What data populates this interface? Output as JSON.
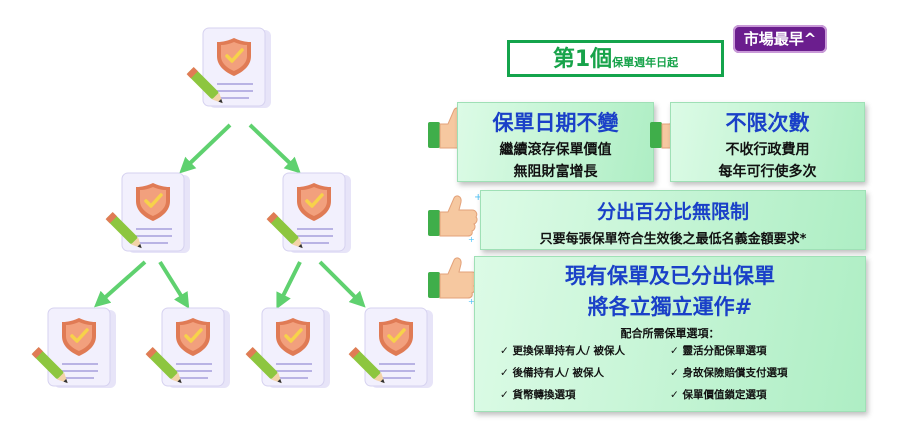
{
  "banner": {
    "main": "第1個",
    "small": "保單週年日起",
    "badge": "市場最早^"
  },
  "cards": {
    "c1": {
      "title": "保單日期不變",
      "line1": "繼續滾存保單價值",
      "line2": "無阻財富增長"
    },
    "c2": {
      "title": "不限次數",
      "line1": "不收行政費用",
      "line2": "每年可行使多次"
    },
    "c3": {
      "title": "分出百分比無限制",
      "line1": "只要每張保單符合生效後之最低名義金額要求*"
    },
    "c4": {
      "title1": "現有保單及已分出保單",
      "title2": "將各立獨立運作#",
      "intro": "配合所需保單選項：",
      "options_left": [
        "✓ 更換保單持有人/ 被保人",
        "✓ 後備持有人/ 被保人",
        "✓ 貨幣轉換選項"
      ],
      "options_right": [
        "✓ 靈活分配保單選項",
        "✓ 身故保險賠償支付選項",
        "✓ 保單價值鎖定選項"
      ]
    }
  },
  "icons": [
    "document-shield-icon",
    "arrow-icon",
    "thumbs-up-icon"
  ],
  "colors": {
    "green": "#14a44c",
    "blue": "#1a40c8",
    "purple": "#6b1e8e",
    "arrow": "#5fd16f"
  }
}
